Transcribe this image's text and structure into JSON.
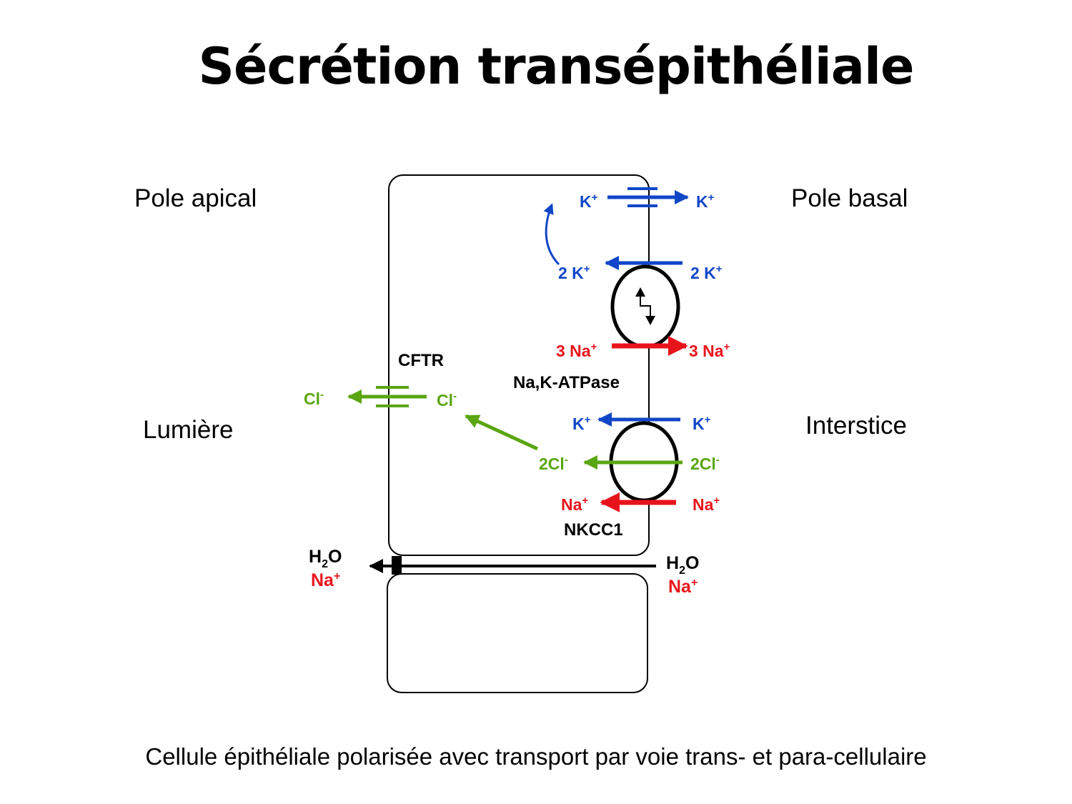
{
  "title": "Sécrétion transépithéliale",
  "caption": "Cellule épithéliale polarisée avec transport par voie trans- et para-cellulaire",
  "regions": {
    "apical": "Pole apical",
    "basal": "Pole basal",
    "lumen": "Lumière",
    "interstice": "Interstice"
  },
  "channels": {
    "cftr": "CFTR",
    "atpase": "Na,K-ATPase",
    "nkcc1": "NKCC1"
  },
  "ions": {
    "k_in": "K",
    "k_out": "K",
    "two_k_in": "2 K",
    "two_k_out": "2 K",
    "three_na_in": "3 Na",
    "three_na_out": "3 Na",
    "cl_lumen": "Cl",
    "cl_cell": "Cl",
    "nkcc_k_in": "K",
    "nkcc_k_out": "K",
    "two_cl_in": "2Cl",
    "two_cl_out": "2Cl",
    "nkcc_na_in": "Na",
    "nkcc_na_out": "Na",
    "para_h2o_left": "H",
    "para_h2o_right": "H",
    "para_na_left": "Na",
    "para_na_right": "Na"
  },
  "symbols": {
    "plus": "+",
    "minus": "-",
    "h2o_sub": "2",
    "h2o_o": "O"
  },
  "colors": {
    "potassium": "#1146c8",
    "sodium": "#e8141c",
    "chloride": "#5aa512",
    "water": "#000000"
  }
}
